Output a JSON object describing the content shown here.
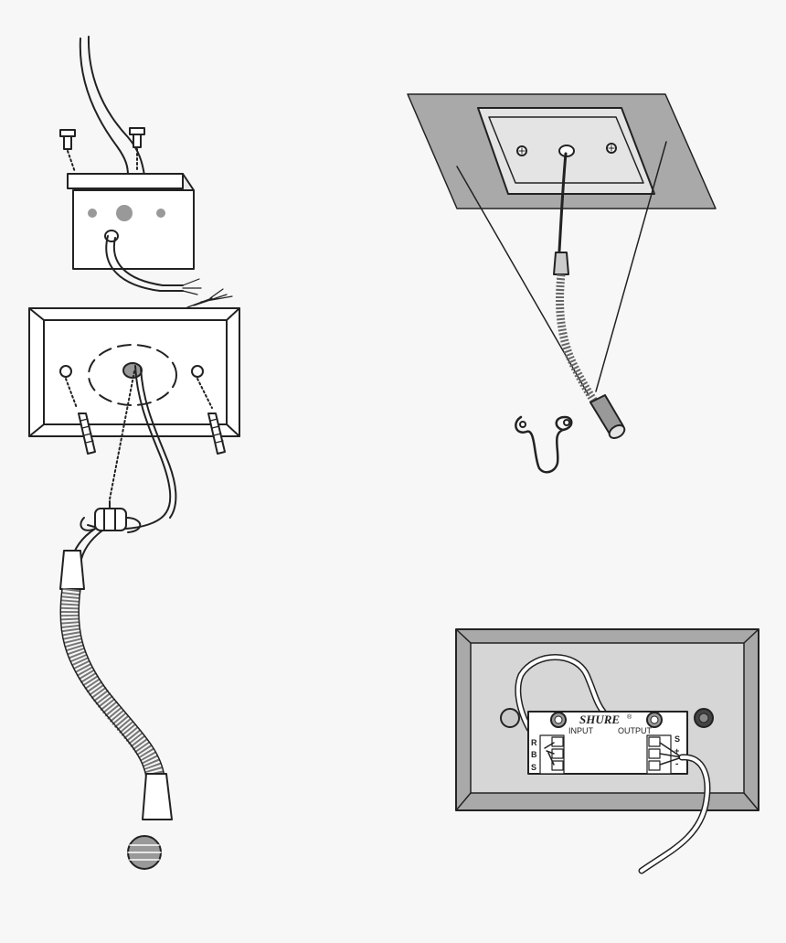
{
  "panel_d": {
    "brand": "SHURE",
    "brand_mark": "®",
    "input_label": "INPUT",
    "output_label": "OUTPUT",
    "left_terminals": [
      "R",
      "B",
      "S"
    ],
    "right_terminals": [
      "S",
      "+",
      "-"
    ]
  },
  "colors": {
    "background": "#f7f7f7",
    "line": "#222222",
    "plate_gray": "#a9a9a9",
    "light_gray": "#d6d6d6",
    "white": "#ffffff"
  }
}
